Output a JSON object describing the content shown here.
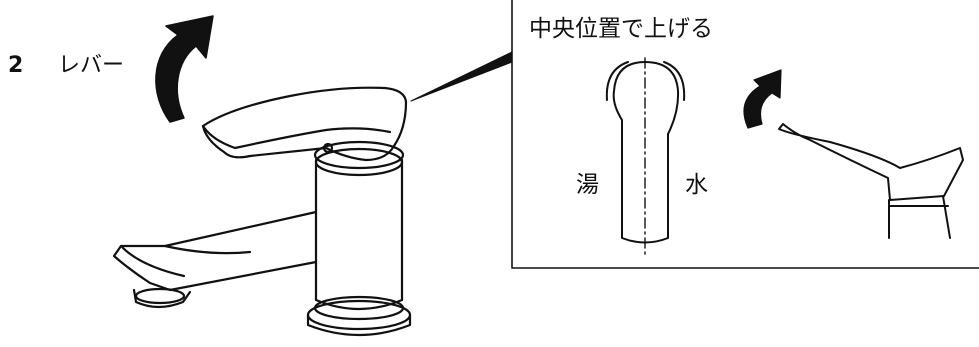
{
  "step": {
    "number": "2",
    "label": "レバー"
  },
  "inset": {
    "title": "中央位置で上げる",
    "hot_label": "湯",
    "cold_label": "水"
  },
  "colors": {
    "line": "#111111",
    "background": "#ffffff"
  }
}
